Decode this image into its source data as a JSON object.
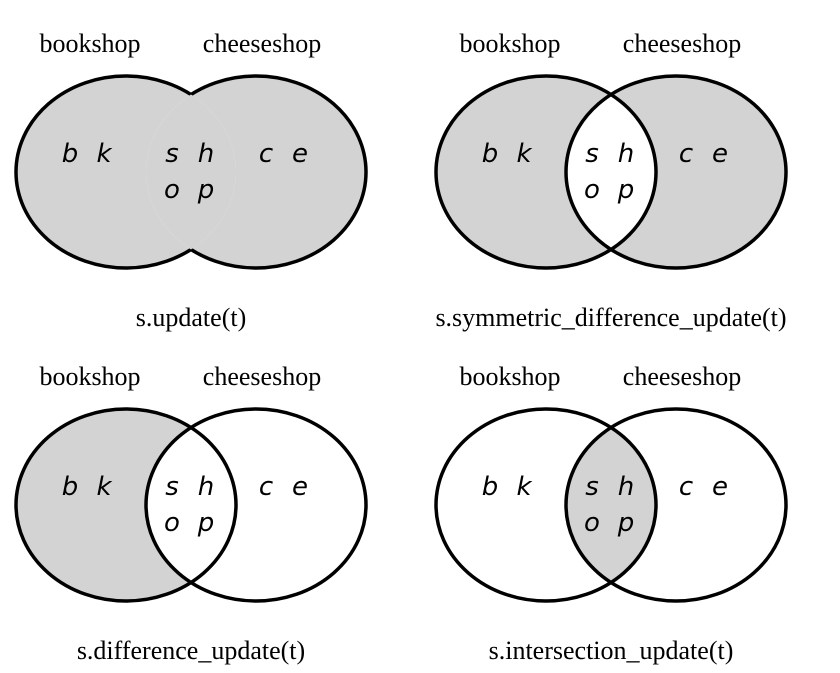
{
  "colors": {
    "background": "#ffffff",
    "shaded": "#d3d3d3",
    "outline": "#000000",
    "text": "#000000"
  },
  "panels": [
    {
      "id": "update",
      "caption": "s.update(t)",
      "left_label": "bookshop",
      "right_label": "cheeseshop",
      "shaded": {
        "left_only": true,
        "intersection": true,
        "right_only": true
      },
      "left_only_elements": [
        "b",
        "k"
      ],
      "intersection_elements": [
        "s",
        "h",
        "o",
        "p"
      ],
      "right_only_elements": [
        "c",
        "e"
      ]
    },
    {
      "id": "symmetric-difference-update",
      "caption": "s.symmetric_difference_update(t)",
      "left_label": "bookshop",
      "right_label": "cheeseshop",
      "shaded": {
        "left_only": true,
        "intersection": false,
        "right_only": true
      },
      "left_only_elements": [
        "b",
        "k"
      ],
      "intersection_elements": [
        "s",
        "h",
        "o",
        "p"
      ],
      "right_only_elements": [
        "c",
        "e"
      ]
    },
    {
      "id": "difference-update",
      "caption": "s.difference_update(t)",
      "left_label": "bookshop",
      "right_label": "cheeseshop",
      "shaded": {
        "left_only": true,
        "intersection": false,
        "right_only": false
      },
      "left_only_elements": [
        "b",
        "k"
      ],
      "intersection_elements": [
        "s",
        "h",
        "o",
        "p"
      ],
      "right_only_elements": [
        "c",
        "e"
      ]
    },
    {
      "id": "intersection-update",
      "caption": "s.intersection_update(t)",
      "left_label": "bookshop",
      "right_label": "cheeseshop",
      "shaded": {
        "left_only": false,
        "intersection": true,
        "right_only": false
      },
      "left_only_elements": [
        "b",
        "k"
      ],
      "intersection_elements": [
        "s",
        "h",
        "o",
        "p"
      ],
      "right_only_elements": [
        "c",
        "e"
      ]
    }
  ]
}
